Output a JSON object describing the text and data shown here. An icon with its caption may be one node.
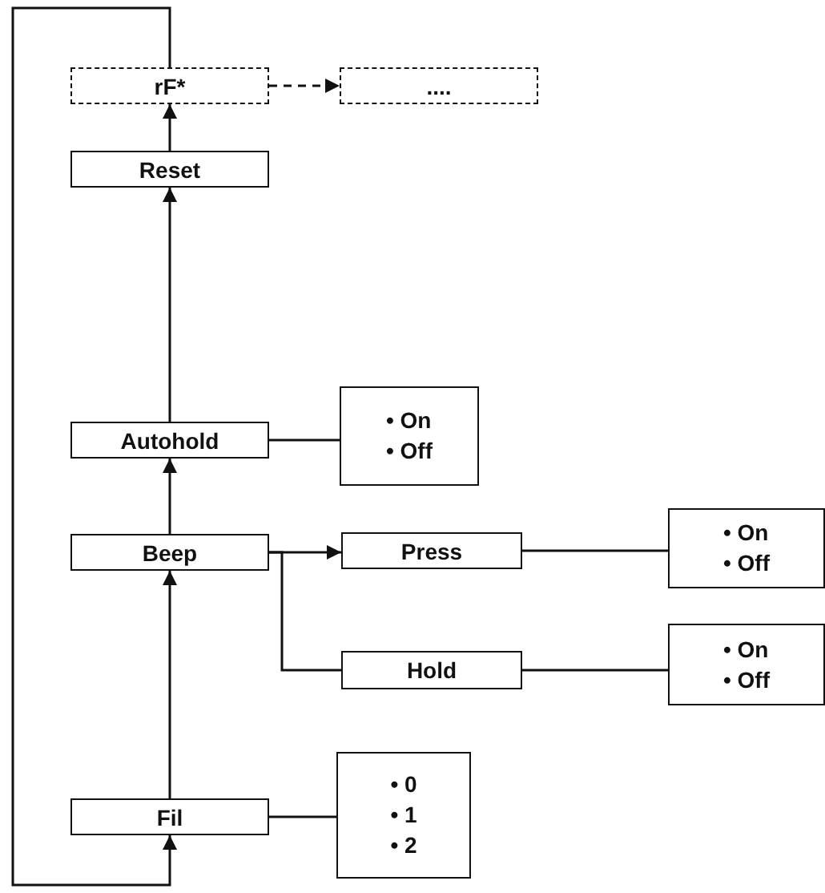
{
  "diagram": {
    "nodes": [
      {
        "text": [
          "rF*"
        ]
      },
      {
        "text": [
          "...."
        ]
      },
      {
        "text": [
          "Reset"
        ]
      },
      {
        "text": [
          "Autohold"
        ]
      },
      {
        "text": [
          "• On",
          "• Off"
        ]
      },
      {
        "text": [
          "Beep"
        ]
      },
      {
        "text": [
          "Press"
        ]
      },
      {
        "text": [
          "• On",
          "• Off"
        ]
      },
      {
        "text": [
          "Hold"
        ]
      },
      {
        "text": [
          "• On",
          "• Off"
        ]
      },
      {
        "text": [
          "Fil"
        ]
      },
      {
        "text": [
          "• 0",
          "• 1",
          "• 2"
        ]
      }
    ],
    "edges": [
      {
        "from": 10,
        "to": 5,
        "arrow": "to"
      },
      {
        "from": 5,
        "to": 3,
        "arrow": "to"
      },
      {
        "from": 3,
        "to": 2,
        "arrow": "to"
      },
      {
        "from": 2,
        "to": 0,
        "arrow": "to"
      },
      {
        "from": 0,
        "to": 1,
        "arrow": "to",
        "style": "dashed"
      },
      {
        "from": 0,
        "to": 10,
        "arrow": "to"
      },
      {
        "from": 3,
        "to": 4,
        "arrow": "none"
      },
      {
        "from": 5,
        "to": 6,
        "arrow": "to"
      },
      {
        "from": 5,
        "to": 8,
        "arrow": "none"
      },
      {
        "from": 6,
        "to": 7,
        "arrow": "none"
      },
      {
        "from": 8,
        "to": 9,
        "arrow": "none"
      },
      {
        "from": 10,
        "to": 11,
        "arrow": "none"
      }
    ]
  }
}
